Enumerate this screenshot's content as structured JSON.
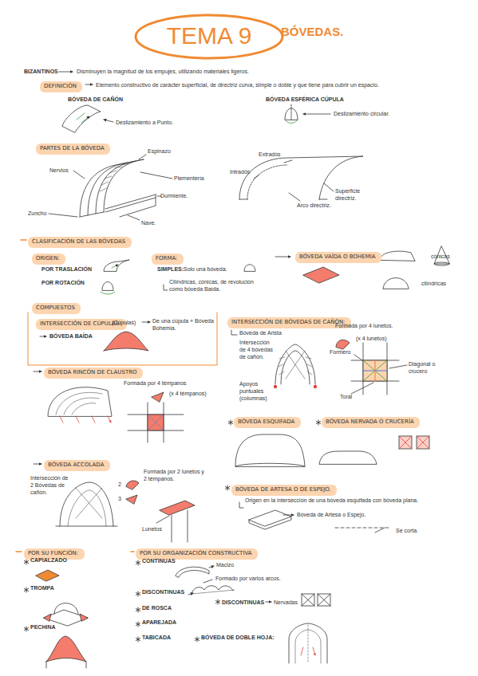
{
  "diagram": {
    "title": "TEMA 9",
    "nodes": [
      {
        "text": [
          "DEFINICIÓN"
        ]
      },
      {
        "text": [
          "PARTES DE LA BÓVEDA"
        ]
      },
      {
        "text": [
          "CLASIFICACIÓN DE LAS BÓVEDAS"
        ]
      },
      {
        "text": [
          "ORIGEN:"
        ]
      },
      {
        "text": [
          "FORMA:"
        ]
      },
      {
        "text": [
          "BÓVEDA VAÍDA O BOHEMIA"
        ]
      },
      {
        "text": [
          "COMPUESTOS"
        ]
      },
      {
        "text": [
          "INTERSECCIÓN DE CÚPULAS:"
        ]
      },
      {
        "text": [
          "INTERSECCIÓN DE BÓVEDAS DE CAÑÓN:"
        ]
      },
      {
        "text": [
          "BÓVEDA RINCÓN DE CLAUSTRO"
        ]
      },
      {
        "text": [
          "BÓVEDA ESQUIFADA"
        ]
      },
      {
        "text": [
          "BÓVEDA NERVADA O CRUCERÍA"
        ]
      },
      {
        "text": [
          "BÓVEDA ACCOLADA"
        ]
      },
      {
        "text": [
          "BÓVEDA DE ARTESA O DE ESPEJO."
        ]
      },
      {
        "text": [
          "POR SU FUNCIÓN:"
        ]
      },
      {
        "text": [
          "POR SU ORGANIZACIÓN CONSTRUCTIVA"
        ]
      }
    ],
    "labels": [
      "BÓVEDAS.",
      "BIZANTINOS",
      "Disminuyen la magnitud de los empujes, utilizando materiales ligeros.",
      "Elemento constructivo de carácter superficial, de directriz curva, simple o doble y que tiene para cubrir un espacio.",
      "BÓVEDA DE CAÑÓN",
      "Deslizamiento a Punto.",
      "BÓVEDA ESFÉRICA CÚPULA",
      "Deslizamiento circular.",
      "Espinazo",
      "Nervios",
      "Plementería",
      "Durmiente.",
      "Zuncho",
      "Nave.",
      "Extradós",
      "Intradós",
      "Superficie directriz.",
      "Arco directriz.",
      "POR TRASLACIÓN",
      "POR ROTACIÓN",
      "SIMPLES:",
      "Solo una bóveda.",
      "Cilíndricas, cónicas, de revolución como bóveda Baída.",
      "cónicas",
      "cilíndricas",
      "(Cúpulas)",
      "De una cúpula + Bóveda Bohemia.",
      "BÓVEDA BAÍDA",
      "Bóveda de Arista",
      "Intersección de 4 bóvedas de cañón.",
      "Formada por 4 lunetos.",
      "(x 4 lunetos)",
      "Formero",
      "Diagonal o crucero",
      "Toral",
      "Apoyos puntuales (columnas)",
      "Formada por 4 témpanos",
      "(x 4 témpanos)",
      "Intersección de 2 Bóvedas de cañón.",
      "Formada por 2 lunetos y 2 témpanos.",
      "2",
      "3",
      "Lunetos",
      "Origen en la intersección de una bóveda esquifada con bóveda plana.",
      "Bóveda de Artesa o Espejo.",
      "Se corta.",
      "CAPIALZADO",
      "TROMPA",
      "PECHINA",
      "CONTINUAS",
      "Macizo",
      "Formado por varios arcos.",
      "DISCONTINUAS",
      "DE ROSCA",
      "APAREJADA",
      "TABICADA",
      "DISCONTINUAS",
      "Nervadas",
      "BÓVEDA DE DOBLE HOJA:"
    ]
  }
}
